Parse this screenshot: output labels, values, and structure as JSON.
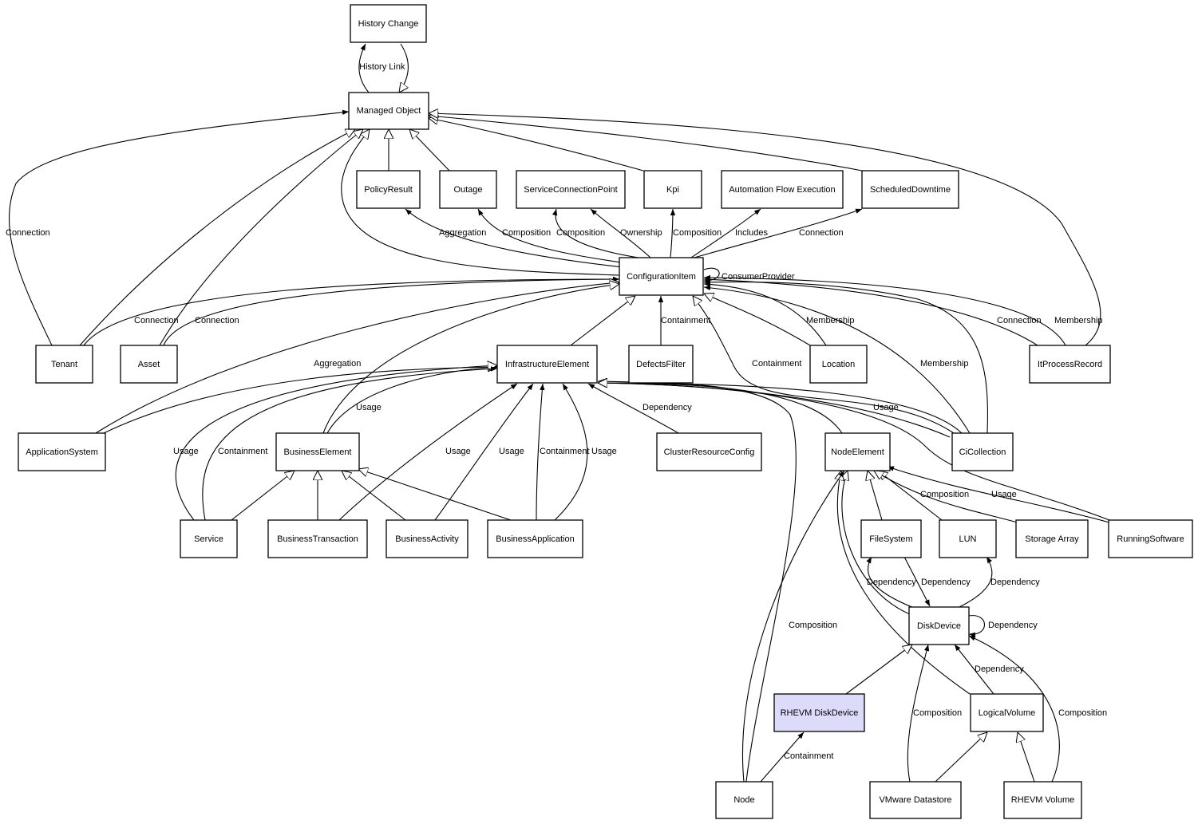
{
  "nodes": {
    "history_change": "History Change",
    "managed_object": "Managed Object",
    "policy_result": "PolicyResult",
    "outage": "Outage",
    "service_connection_point": "ServiceConnectionPoint",
    "kpi": "Kpi",
    "automation_flow_execution": "Automation Flow Execution",
    "scheduled_downtime": "ScheduledDowntime",
    "configuration_item": "ConfigurationItem",
    "tenant": "Tenant",
    "asset": "Asset",
    "infrastructure_element": "InfrastructureElement",
    "defects_filter": "DefectsFilter",
    "location": "Location",
    "it_process_record": "ItProcessRecord",
    "application_system": "ApplicationSystem",
    "business_element": "BusinessElement",
    "cluster_resource_config": "ClusterResourceConfig",
    "node_element": "NodeElement",
    "ci_collection": "CiCollection",
    "service": "Service",
    "business_transaction": "BusinessTransaction",
    "business_activity": "BusinessActivity",
    "business_application": "BusinessApplication",
    "file_system": "FileSystem",
    "lun": "LUN",
    "storage_array": "Storage Array",
    "running_software": "RunningSoftware",
    "disk_device": "DiskDevice",
    "rhevm_disk_device": "RHEVM DiskDevice",
    "logical_volume": "LogicalVolume",
    "node": "Node",
    "vmware_datastore": "VMware Datastore",
    "rhevm_volume": "RHEVM Volume"
  },
  "edge_labels": {
    "history_link": "History Link",
    "connection_tenant": "Connection",
    "aggregation_policy": "Aggregation",
    "composition_outage": "Composition",
    "composition_scp": "Composition",
    "ownership": "Ownership",
    "composition_kpi": "Composition",
    "includes": "Includes",
    "connection_downtime": "Connection",
    "consumer_provider": "ConsumerProvider",
    "connection_ci_tenant": "Connection",
    "connection_asset": "Connection",
    "containment_defects": "Containment",
    "membership_location": "Membership",
    "connection_itprocess": "Connection",
    "membership_itprocess": "Membership",
    "aggregation_appsys": "Aggregation",
    "containment_ci": "Containment",
    "membership_cicollection": "Membership",
    "usage_business_element": "Usage",
    "dependency_cluster": "Dependency",
    "usage_cicollection": "Usage",
    "usage_service": "Usage",
    "containment_service": "Containment",
    "usage_bt": "Usage",
    "usage_ba": "Usage",
    "containment_bapp": "Containment",
    "usage_bapp": "Usage",
    "composition_storage": "Composition",
    "usage_running": "Usage",
    "dependency_fs1": "Dependency",
    "dependency_fs2": "Dependency",
    "dependency_lun": "Dependency",
    "composition_node": "Composition",
    "dependency_self": "Dependency",
    "dependency_lv": "Dependency",
    "composition_vmware": "Composition",
    "composition_rhevm": "Composition",
    "containment_rhevm": "Containment"
  },
  "colors": {
    "highlight_fill": "#dcdcfa",
    "line": "#000000"
  }
}
